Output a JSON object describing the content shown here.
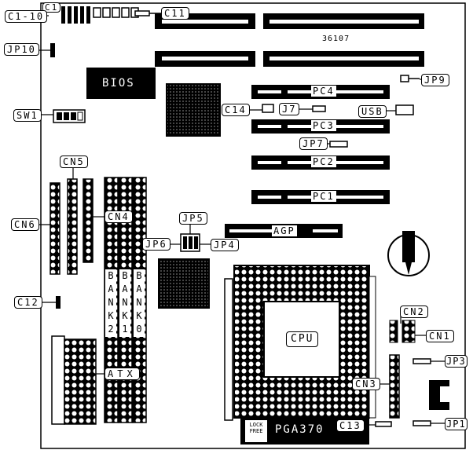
{
  "board": {
    "model": "36107",
    "bios": "BIOS",
    "cpu": "CPU",
    "socket": "PGA370",
    "zif_lever": "LOCK FREE"
  },
  "labels": {
    "c1": "C1",
    "c1_10": "C1-10",
    "c11": "C11",
    "jp10": "JP10",
    "jp9": "JP9",
    "sw1": "SW1",
    "c14": "C14",
    "j7": "J7",
    "usb": "USB",
    "jp7": "JP7",
    "pc4": "PC4",
    "pc3": "PC3",
    "pc2": "PC2",
    "pc1": "PC1",
    "cn5": "CN5",
    "cn4": "CN4",
    "cn6": "CN6",
    "jp5": "JP5",
    "jp6": "JP6",
    "jp4": "JP4",
    "agp": "AGP",
    "c12": "C12",
    "bank2": "BANK2",
    "bank1": "BANK1",
    "bank0": "BANK0",
    "atx": "ATX",
    "cn2": "CN2",
    "cn1": "CN1",
    "jp3": "JP3",
    "cn3": "CN3",
    "c13": "C13",
    "jp1": "JP1"
  },
  "colors": {
    "ink": "#000000",
    "paper": "#ffffff"
  }
}
